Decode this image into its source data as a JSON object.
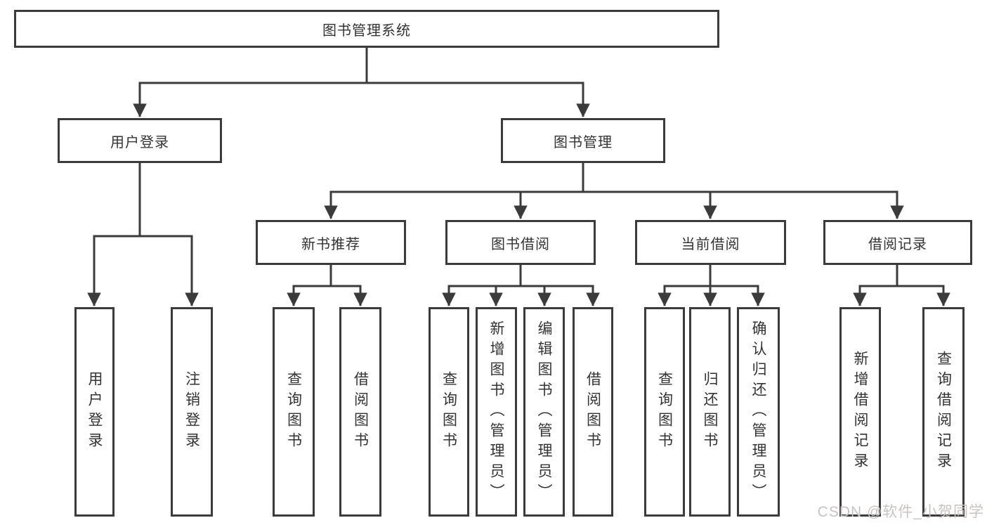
{
  "diagram": {
    "root": "图书管理系统",
    "level2": {
      "user_login": "用户登录",
      "book_management": "图书管理"
    },
    "level3": {
      "new_book_recommend": "新书推荐",
      "book_borrowing": "图书借阅",
      "current_borrowing": "当前借阅",
      "borrowing_records": "借阅记录"
    },
    "leaves": {
      "user_login": [
        "用户登录",
        "注销登录"
      ],
      "new_book_recommend": [
        "查询图书",
        "借阅图书"
      ],
      "book_borrowing": [
        "查询图书",
        "新增图书（管理员）",
        "编辑图书（管理员）",
        "借阅图书"
      ],
      "current_borrowing": [
        "查询图书",
        "归还图书",
        "确认归还（管理员）"
      ],
      "borrowing_records": [
        "新增借阅记录",
        "查询借阅记录"
      ]
    }
  },
  "watermark": "CSDN @软件_小贺同学",
  "colors": {
    "line": "#3b3b3b",
    "text": "#333333",
    "watermark": "#c9c2c2"
  }
}
